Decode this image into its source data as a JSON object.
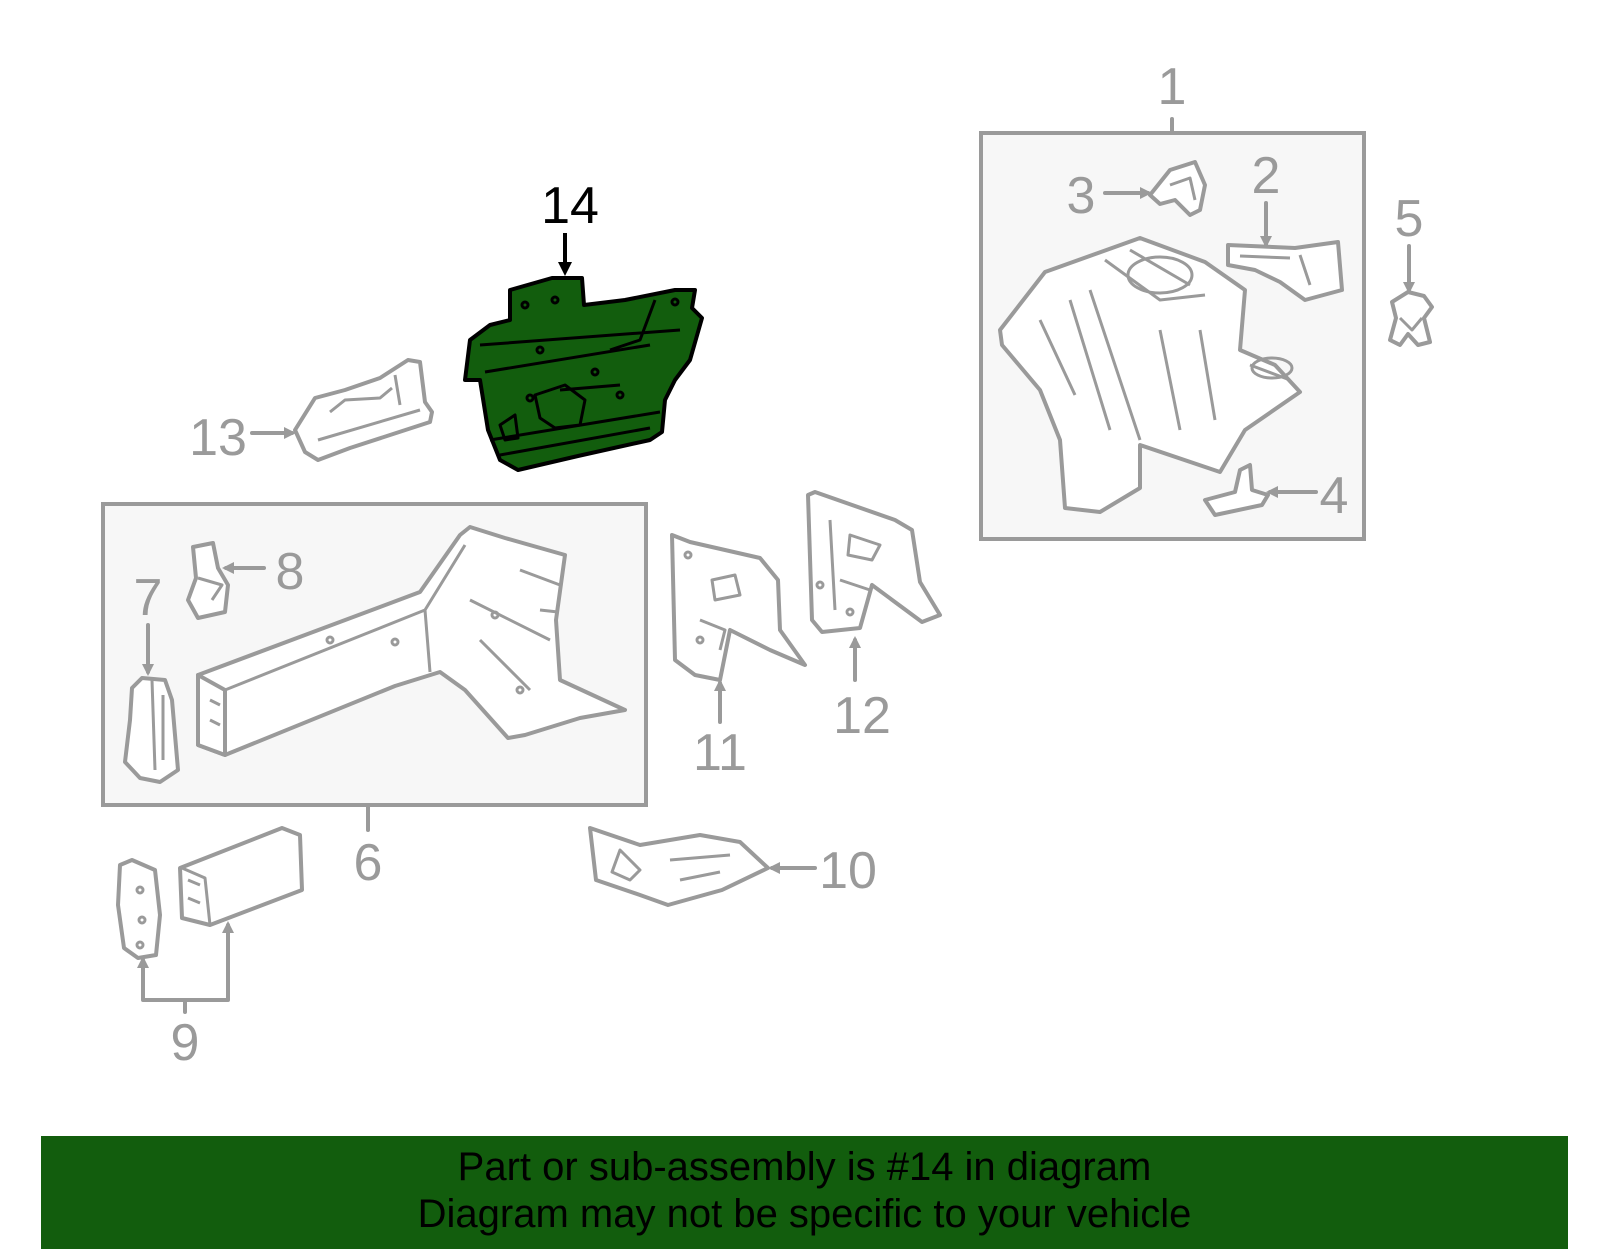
{
  "callouts": {
    "c1": "1",
    "c2": "2",
    "c3": "3",
    "c4": "4",
    "c5": "5",
    "c6": "6",
    "c7": "7",
    "c8": "8",
    "c9": "9",
    "c10": "10",
    "c11": "11",
    "c12": "12",
    "c13": "13",
    "c14": "14"
  },
  "highlighted_part": "14",
  "colors": {
    "highlight": "#125d0d",
    "line": "#9a9a9a",
    "banner": "#125d0d"
  },
  "banner": {
    "line1": "Part or sub-assembly is #14 in diagram",
    "line2": "Diagram may not be specific to your vehicle"
  }
}
